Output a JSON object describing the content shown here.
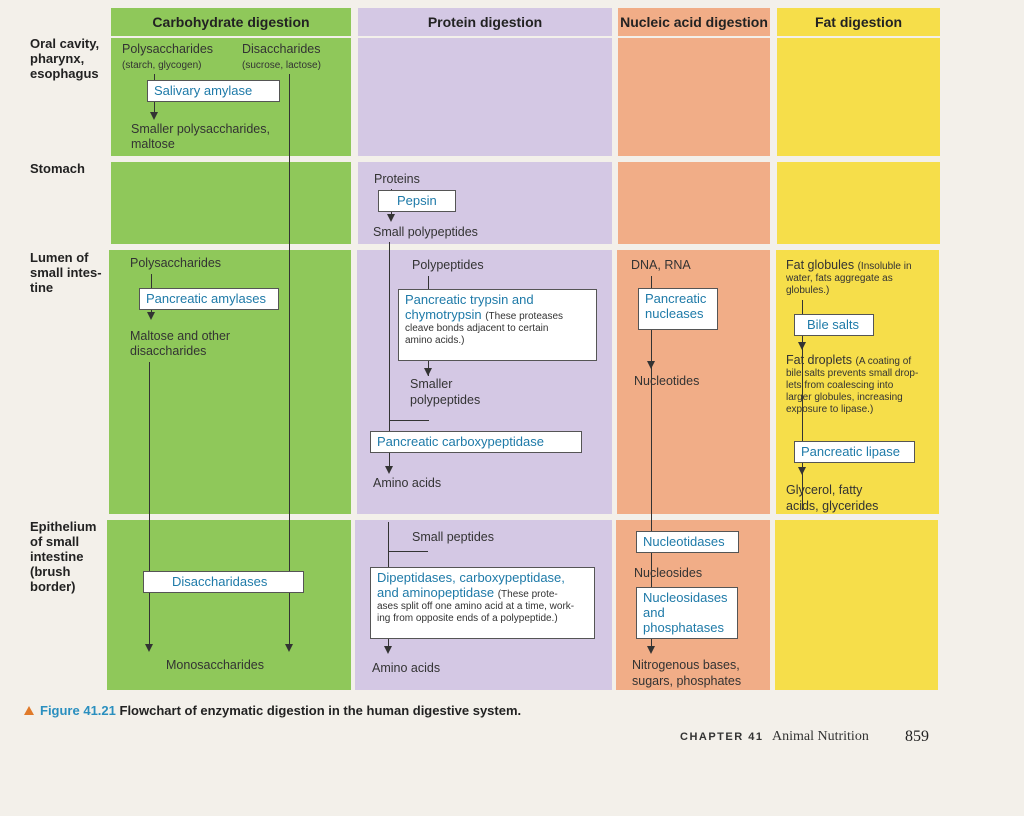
{
  "columns": {
    "carbohydrate": "Carbohydrate digestion",
    "protein": "Protein digestion",
    "nucleic": "Nucleic acid digestion",
    "fat": "Fat digestion"
  },
  "rows": {
    "oral": "Oral cavity, pharynx, esophagus",
    "oral_lines": [
      "Oral cavity,",
      "pharynx,",
      "esophagus"
    ],
    "stomach": "Stomach",
    "lumen_lines": [
      "Lumen of",
      "small intes-",
      "tine"
    ],
    "epithelium_lines": [
      "Epithelium",
      "of small",
      "intestine",
      "(brush",
      "border)"
    ]
  },
  "carb": {
    "polysaccharides": "Polysaccharides",
    "polysaccharides_note": "(starch, glycogen)",
    "disaccharides": "Disaccharides",
    "disaccharides_note": "(sucrose, lactose)",
    "salivary_amylase": "Salivary amylase",
    "smaller_poly_1": "Smaller polysaccharides,",
    "smaller_poly_2": "maltose",
    "lumen_poly": "Polysaccharides",
    "pancreatic_amylases": "Pancreatic amylases",
    "maltose_1": "Maltose and other",
    "maltose_2": "disaccharides",
    "disaccharidases": "Disaccharidases",
    "monosaccharides": "Monosaccharides"
  },
  "prot": {
    "proteins": "Proteins",
    "pepsin": "Pepsin",
    "small_polypeptides": "Small polypeptides",
    "polypeptides": "Polypeptides",
    "trypsin_1": "Pancreatic trypsin and",
    "trypsin_2": "chymotrypsin",
    "trypsin_note_inline": "(These proteases",
    "trypsin_note_2": "cleave bonds adjacent to certain",
    "trypsin_note_3": "amino acids.)",
    "smaller_1": "Smaller",
    "smaller_2": "polypeptides",
    "carboxypeptidase": "Pancreatic carboxypeptidase",
    "amino_acids_1": "Amino acids",
    "small_peptides": "Small peptides",
    "dipep_1": "Dipeptidases, carboxypeptidase,",
    "dipep_2": "and aminopeptidase",
    "dipep_note_inline": "(These prote-",
    "dipep_note_2": "ases split off one amino acid at a time, work-",
    "dipep_note_3": "ing from opposite ends of a polypeptide.)",
    "amino_acids_2": "Amino acids"
  },
  "nuc": {
    "dna_rna": "DNA, RNA",
    "nucleases_1": "Pancreatic",
    "nucleases_2": "nucleases",
    "nucleotides": "Nucleotides",
    "nucleotidases": "Nucleotidases",
    "nucleosides": "Nucleosides",
    "nucleosidases_1": "Nucleosidases",
    "nucleosidases_2": "and",
    "nucleosidases_3": "phosphatases",
    "bases_1": "Nitrogenous bases,",
    "bases_2": "sugars, phosphates"
  },
  "fat": {
    "globules": "Fat globules",
    "globules_note_inline": "(Insoluble in",
    "globules_note_2": "water, fats aggregate as",
    "globules_note_3": "globules.)",
    "bile_salts": "Bile salts",
    "droplets": "Fat droplets",
    "droplets_note_inline": "(A coating of",
    "droplets_note_2": "bile salts prevents small drop-",
    "droplets_note_3": "lets from coalescing into",
    "droplets_note_4": "larger globules, increasing",
    "droplets_note_5": "exposure to lipase.)",
    "lipase": "Pancreatic lipase",
    "glycerol_1": "Glycerol, fatty",
    "glycerol_2": "acids, glycerides"
  },
  "caption": {
    "figure": "Figure 41.21",
    "text": "Flowchart of enzymatic digestion in the human digestive system."
  },
  "footer": {
    "chapter": "CHAPTER 41",
    "title": "Animal Nutrition",
    "page": "859"
  },
  "colors": {
    "carbohydrate": "#8fc85a",
    "protein": "#d4c8e4",
    "nucleic": "#f1ad87",
    "fat": "#f6de4a",
    "enzyme_text": "#1e7aa8",
    "figure_label": "#2a8fbf"
  }
}
